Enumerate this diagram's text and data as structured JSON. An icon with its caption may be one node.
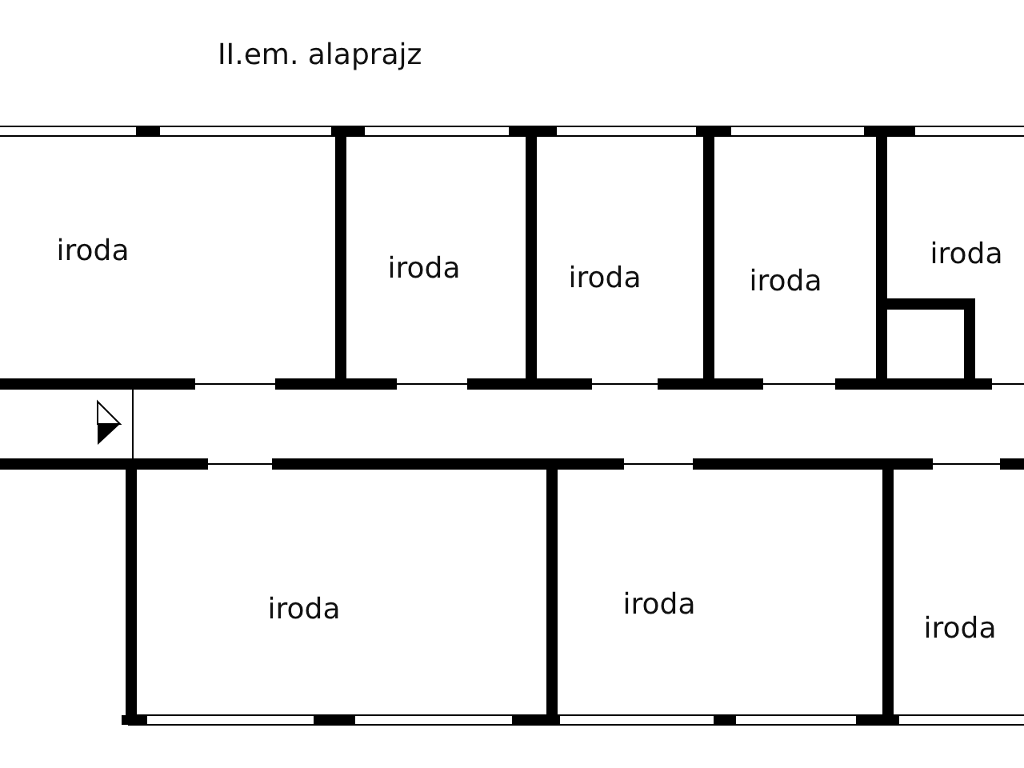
{
  "diagram": {
    "title": "II.em. alaprajz",
    "labels": [
      "iroda",
      "iroda",
      "iroda",
      "iroda",
      "iroda",
      "iroda",
      "iroda",
      "iroda"
    ]
  }
}
